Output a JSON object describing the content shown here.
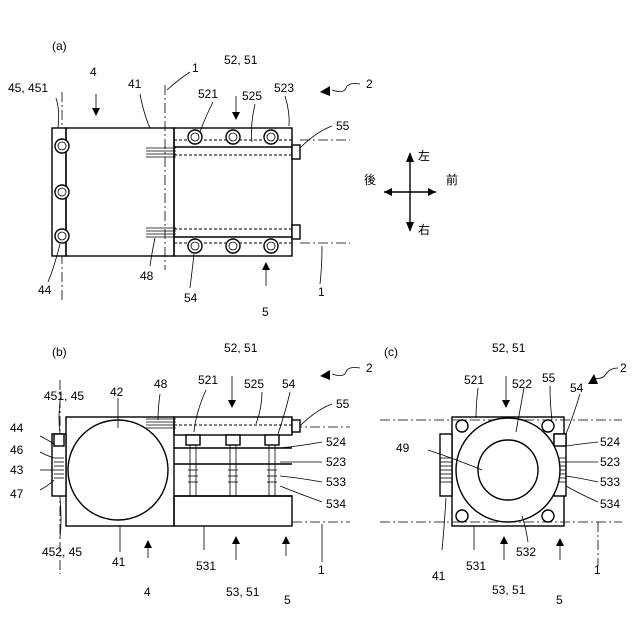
{
  "panel_a": {
    "panel_label": "(a)",
    "labels": {
      "l_45_451": "45, 451",
      "l_4": "4",
      "l_41": "41",
      "l_1_top": "1",
      "l_52_51": "52, 51",
      "l_2": "2",
      "l_521": "521",
      "l_525": "525",
      "l_523": "523",
      "l_55": "55",
      "l_44": "44",
      "l_48": "48",
      "l_54": "54",
      "l_5": "5",
      "l_1_bottom": "1"
    },
    "directions": {
      "left": "左",
      "right": "右",
      "back": "後",
      "front": "前"
    }
  },
  "panel_b": {
    "panel_label": "(b)",
    "labels": {
      "l_52_51": "52, 51",
      "l_2": "2",
      "l_451_45": "451, 45",
      "l_42": "42",
      "l_48": "48",
      "l_521": "521",
      "l_525": "525",
      "l_54": "54",
      "l_55": "55",
      "l_44": "44",
      "l_46": "46",
      "l_43": "43",
      "l_47": "47",
      "l_524": "524",
      "l_523": "523",
      "l_533": "533",
      "l_534": "534",
      "l_452_45": "452, 45",
      "l_41": "41",
      "l_4": "4",
      "l_531": "531",
      "l_53_51": "53, 51",
      "l_5": "5",
      "l_1": "1"
    }
  },
  "panel_c": {
    "panel_label": "(c)",
    "labels": {
      "l_52_51": "52, 51",
      "l_2": "2",
      "l_521": "521",
      "l_522": "522",
      "l_55": "55",
      "l_54": "54",
      "l_49": "49",
      "l_524": "524",
      "l_523": "523",
      "l_533": "533",
      "l_534": "534",
      "l_41": "41",
      "l_531": "531",
      "l_532": "532",
      "l_53_51": "53, 51",
      "l_5": "5",
      "l_1": "1"
    }
  }
}
